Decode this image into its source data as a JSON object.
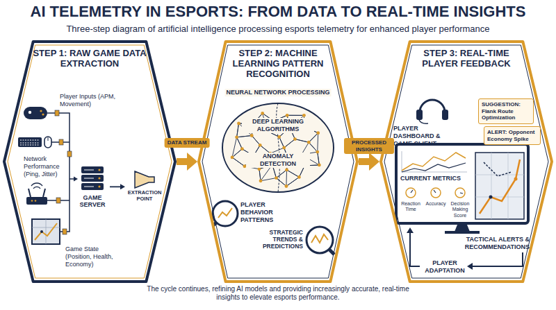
{
  "diagram": {
    "title": "AI TELEMETRY IN ESPORTS: FROM DATA TO REAL-TIME INSIGHTS",
    "caption": "The cycle continues, refining AI models and providing increasingly accurate, real-time insights to elevate esports performance.",
    "nodes": [
      {
        "text": [
          "STEP 1: RAW GAME DATA EXTRACTION"
        ]
      },
      {
        "text": [
          "GAME SERVER"
        ],
        "in": 0
      },
      {
        "text": [
          "EXTRACTION POINT"
        ],
        "in": 0
      },
      {
        "text": [
          "STEP 2: MACHINE LEARNING PATTERN RECOGNITION"
        ]
      },
      {
        "text": [
          "STEP 3: REAL-TIME PLAYER FEEDBACK"
        ]
      },
      {
        "text": [
          "SUGGESTION: Flank Route Optimization"
        ],
        "in": 4
      },
      {
        "text": [
          "ALERT: Opponent Economy Spike"
        ],
        "in": 4
      }
    ],
    "edges": [
      {
        "from": 1,
        "to": 2,
        "arrow": "to"
      },
      {
        "from": 0,
        "to": 3,
        "label": "DATA STREAM",
        "arrow": "to"
      },
      {
        "from": 3,
        "to": 4,
        "label": "PROCESSED INSIGHTS",
        "arrow": "to"
      }
    ],
    "labels": [
      "Three-step diagram of artificial intelligence processing esports telemetry for enhanced player performance",
      "Player Inputs (APM, Movement)",
      "Network Performance (Ping, Jitter)",
      "Game State (Position, Health, Economy)",
      "NEURAL NETWORK PROCESSING",
      "DEEP LEARNING ALGORITHMS",
      "ANOMALY DETECTION",
      "PLAYER BEHAVIOR PATTERNS",
      "STRATEGIC TRENDS & PREDICTIONS",
      "PLAYER DASHBOARD & GAME CLIENT",
      "CURRENT METRICS",
      "Reaction Time",
      "Accuracy",
      "Decision Making Score",
      "TACTICAL ALERTS & RECOMMENDATIONS",
      "PLAYER ADAPTATION"
    ]
  }
}
